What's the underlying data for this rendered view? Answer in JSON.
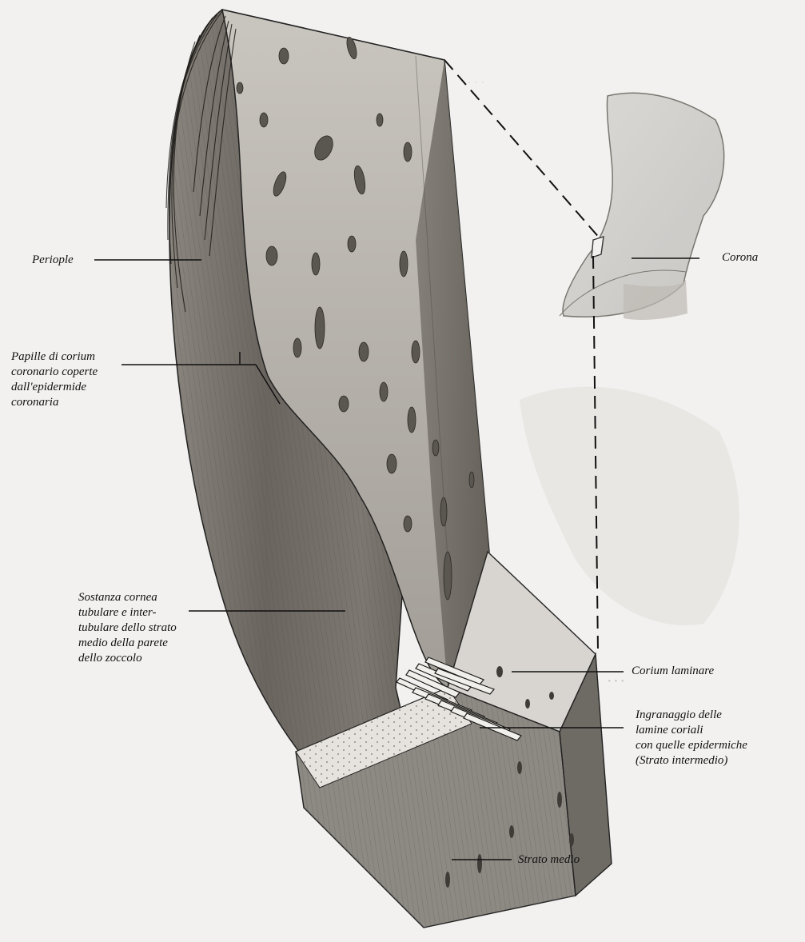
{
  "labels": {
    "periople": "Periople",
    "papille": "Papille di corium\ncoronario coperte\ndall'epidermide\ncoronaria",
    "sostanza": "Sostanza cornea\ntubulare e inter-\ntubulare dello strato\nmedio della parete\ndello zoccolo",
    "corona": "Corona",
    "corium_laminare": "Corium laminare",
    "ingranaggio": "Ingranaggio delle\nlamine coriali\ncon quelle epidermiche\n(Strato intermedio)",
    "strato_medio": "Strato medio"
  },
  "colors": {
    "background": "#f2f1ef",
    "ink": "#1a1a1a",
    "shade_dark": "#6f6b66",
    "shade_mid": "#a8a49e",
    "shade_light": "#d6d2cc",
    "bleed_text": "#9a9a9a"
  }
}
